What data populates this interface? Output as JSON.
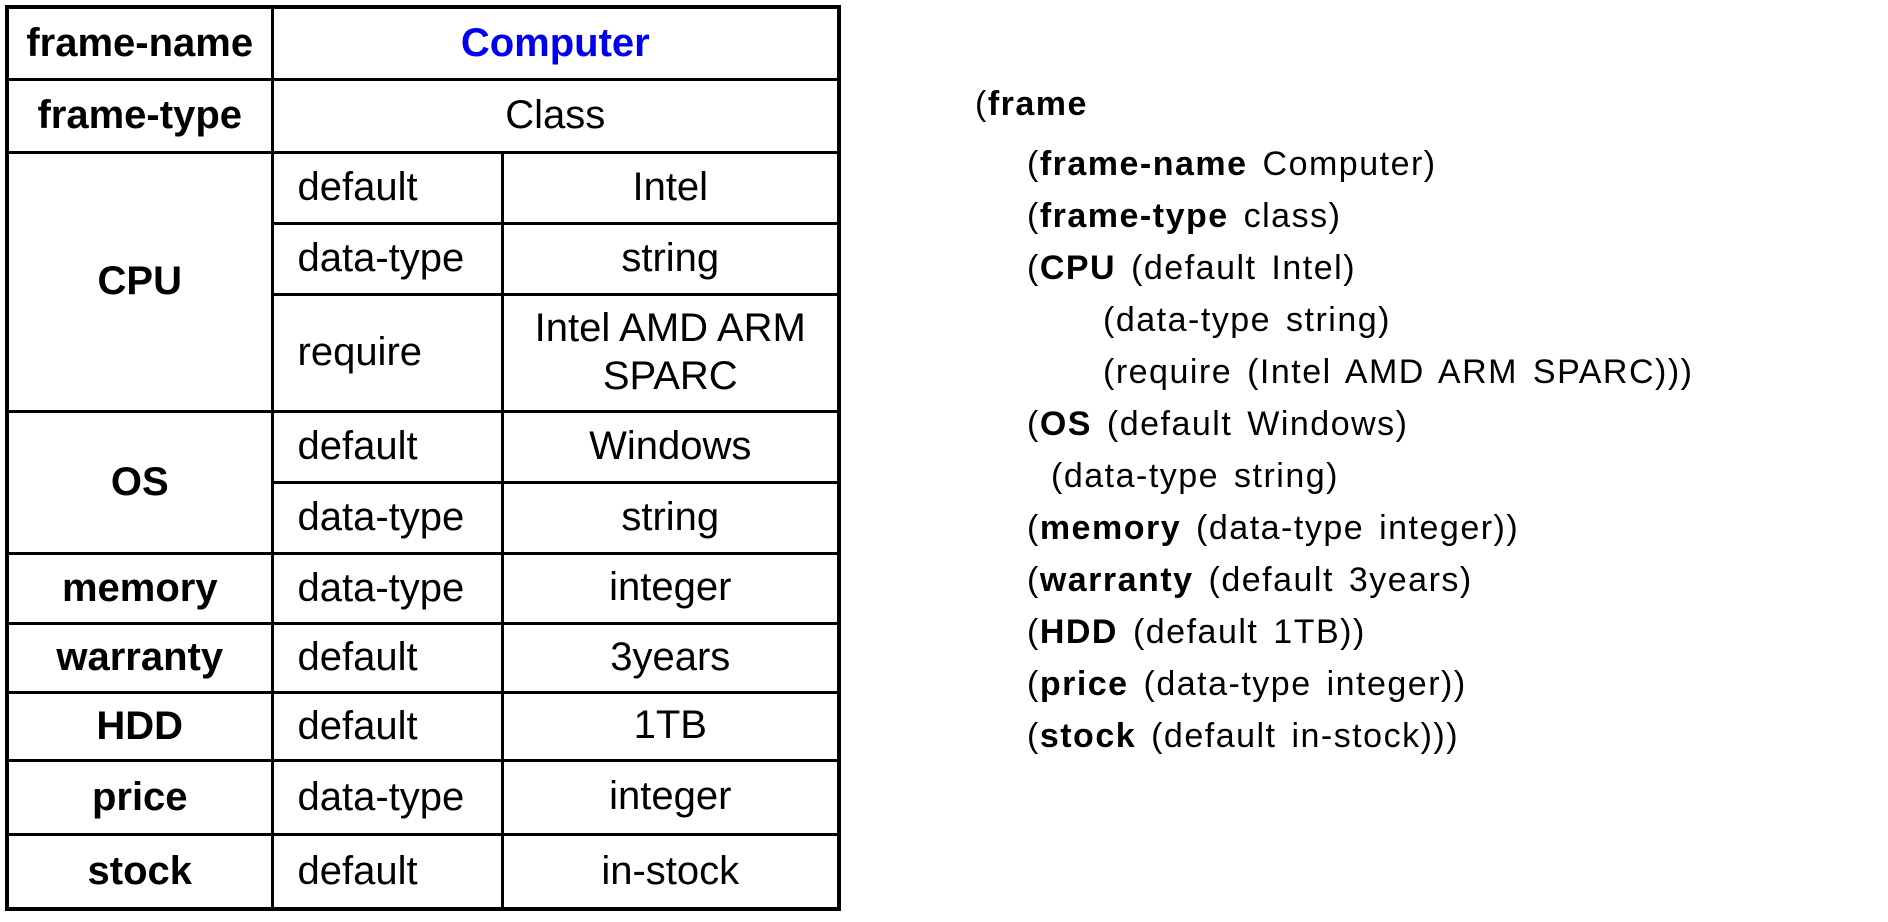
{
  "colors": {
    "frame_name_value_blue": "#0000ee",
    "ink": "#000000",
    "background": "#ffffff",
    "table_border": "#000000"
  },
  "table": {
    "frame_name": {
      "label": "frame-name",
      "value": "Computer"
    },
    "frame_type": {
      "label": "frame-type",
      "value": "Class"
    },
    "cpu": {
      "label": "CPU",
      "facets": [
        {
          "name": "default",
          "value": "Intel"
        },
        {
          "name": "data-type",
          "value": "string"
        },
        {
          "name": "require",
          "value": "Intel AMD ARM SPARC"
        }
      ]
    },
    "os": {
      "label": "OS",
      "facets": [
        {
          "name": "default",
          "value": "Windows"
        },
        {
          "name": "data-type",
          "value": "string"
        }
      ]
    },
    "memory": {
      "label": "memory",
      "facets": [
        {
          "name": "data-type",
          "value": "integer"
        }
      ]
    },
    "warranty": {
      "label": "warranty",
      "facets": [
        {
          "name": "default",
          "value": "3years"
        }
      ]
    },
    "hdd": {
      "label": "HDD",
      "facets": [
        {
          "name": "default",
          "value": "1TB"
        }
      ]
    },
    "price": {
      "label": "price",
      "facets": [
        {
          "name": "data-type",
          "value": "integer"
        }
      ]
    },
    "stock": {
      "label": "stock",
      "facets": [
        {
          "name": "default",
          "value": "in-stock"
        }
      ]
    }
  },
  "code": {
    "lines": [
      {
        "pre": "(",
        "slot": "frame",
        "rest": ""
      },
      {
        "pre": "(",
        "slot": "frame-name",
        "rest": " Computer)"
      },
      {
        "pre": "(",
        "slot": "frame-type",
        "rest": " class)"
      },
      {
        "pre": "(",
        "slot": "CPU",
        "rest": " (default Intel)"
      },
      {
        "pre": "",
        "slot": "",
        "rest": "(data-type string)"
      },
      {
        "pre": "",
        "slot": "",
        "rest": "(require (Intel AMD ARM SPARC)))"
      },
      {
        "pre": "(",
        "slot": "OS",
        "rest": " (default Windows)"
      },
      {
        "pre": "",
        "slot": "",
        "rest": "(data-type string)"
      },
      {
        "pre": "(",
        "slot": "memory",
        "rest": " (data-type integer))"
      },
      {
        "pre": "(",
        "slot": "warranty",
        "rest": " (default 3years)"
      },
      {
        "pre": "(",
        "slot": "HDD",
        "rest": " (default 1TB))"
      },
      {
        "pre": "(",
        "slot": "price",
        "rest": " (data-type integer))"
      },
      {
        "pre": "(",
        "slot": "stock",
        "rest": " (default in-stock)))"
      }
    ]
  }
}
